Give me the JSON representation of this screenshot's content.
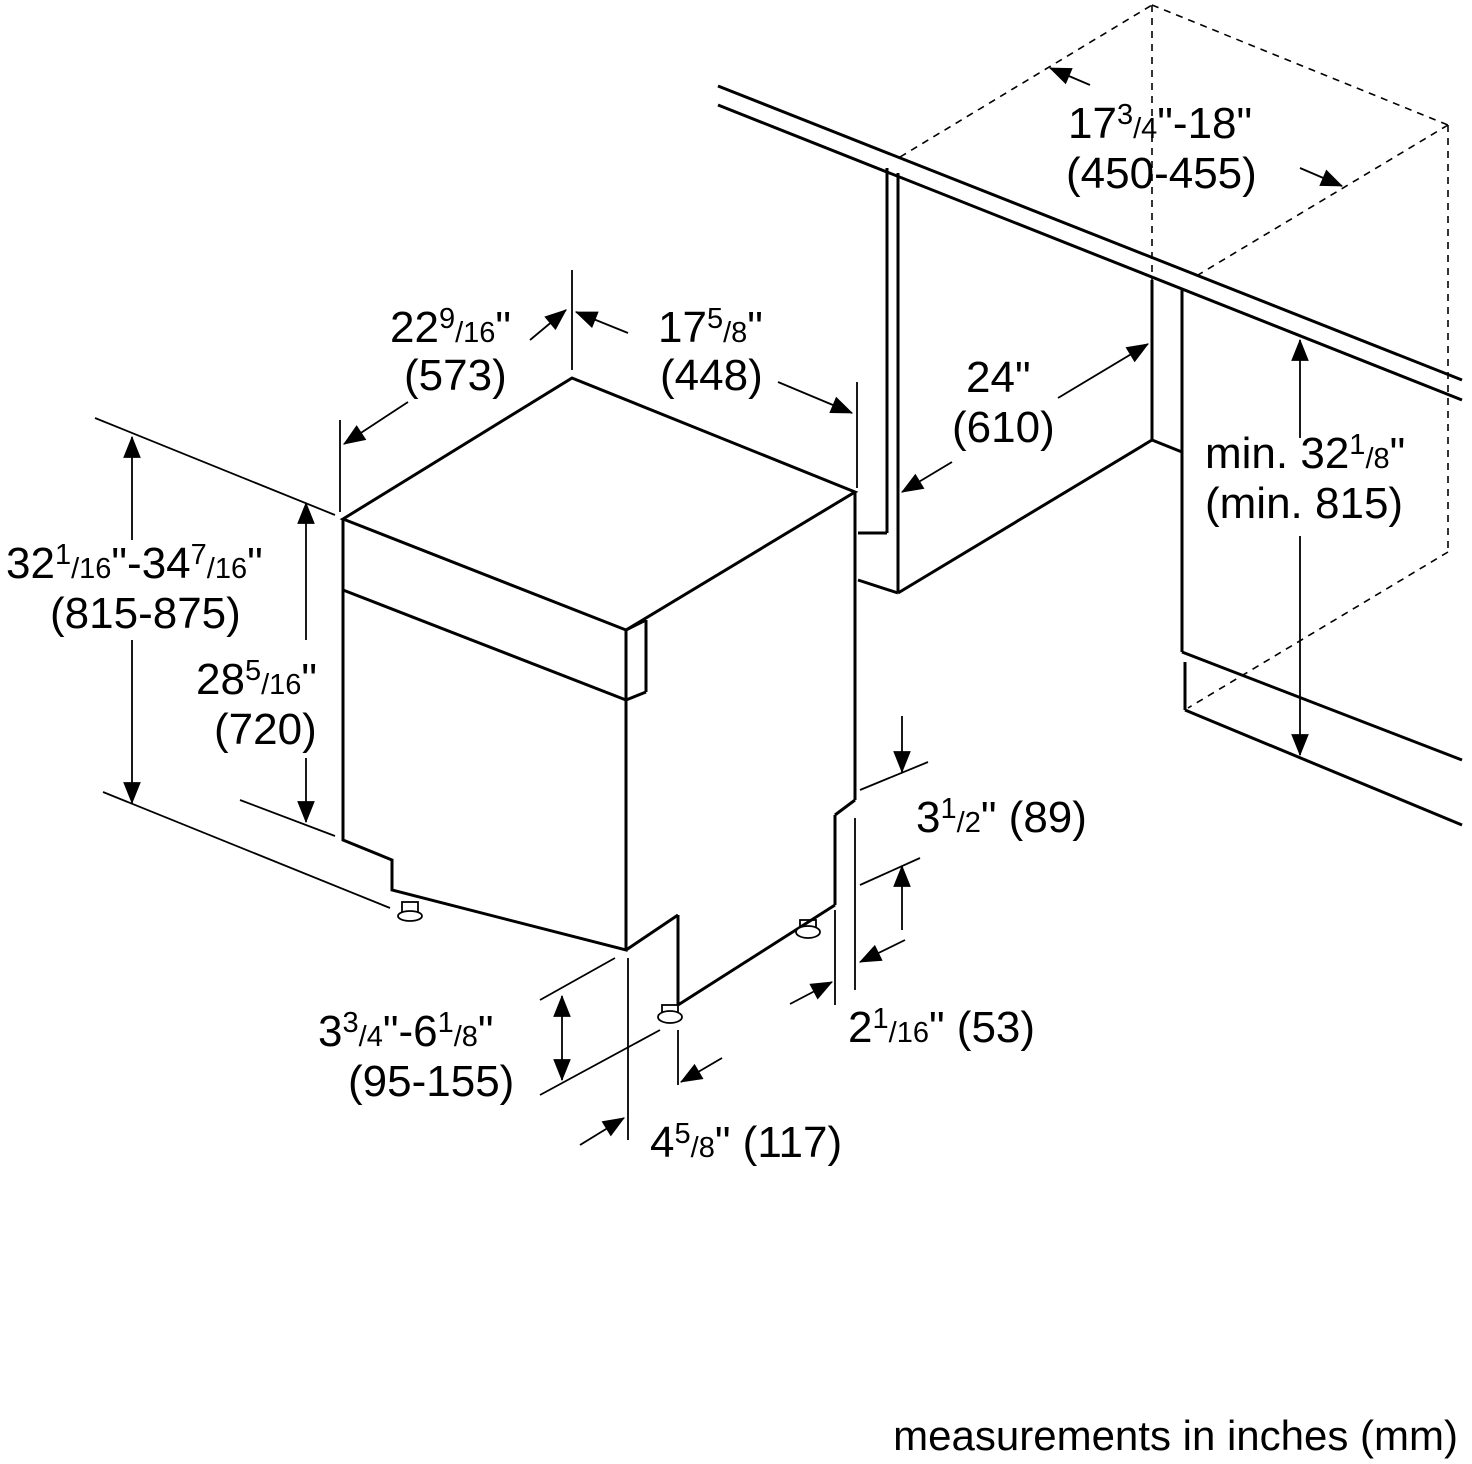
{
  "colors": {
    "line": "#000000",
    "background": "#ffffff"
  },
  "labels": {
    "top_clearance": {
      "whole": "17",
      "num": "3",
      "den": "4",
      "suffix": "\"-18\"",
      "mm": "(450-455)"
    },
    "depth": {
      "whole": "22",
      "num": "9",
      "den": "16",
      "suffix": "\"",
      "mm": "(573)"
    },
    "width": {
      "whole": "17",
      "num": "5",
      "den": "8",
      "suffix": "\"",
      "mm": "(448)"
    },
    "cabinet_depth": {
      "value": "24\"",
      "mm": "(610)"
    },
    "opening_height": {
      "prefix": "min. 32",
      "num": "1",
      "den": "8",
      "suffix": "\"",
      "mm": "(min. 815)"
    },
    "overall_height": {
      "whole1": "32",
      "num1": "1",
      "den1": "16",
      "mid": "\"-34",
      "num2": "7",
      "den2": "16",
      "suffix": "\"",
      "mm": "(815-875)"
    },
    "door_height": {
      "whole": "28",
      "num": "5",
      "den": "16",
      "suffix": "\"",
      "mm": "(720)"
    },
    "toe_kick_height": {
      "whole": "3",
      "num": "1",
      "den": "2",
      "suffix": "\" (89)"
    },
    "toe_kick_depth": {
      "whole": "2",
      "num": "1",
      "den": "16",
      "suffix": "\" (53)"
    },
    "foot_adjust": {
      "whole1": "3",
      "num1": "3",
      "den1": "4",
      "mid": "\"-6",
      "num2": "1",
      "den2": "8",
      "suffix": "\"",
      "mm": "(95-155)"
    },
    "foot_setback": {
      "whole": "4",
      "num": "5",
      "den": "8",
      "suffix": "\" (117)"
    }
  },
  "footnote": "measurements in inches (mm)"
}
